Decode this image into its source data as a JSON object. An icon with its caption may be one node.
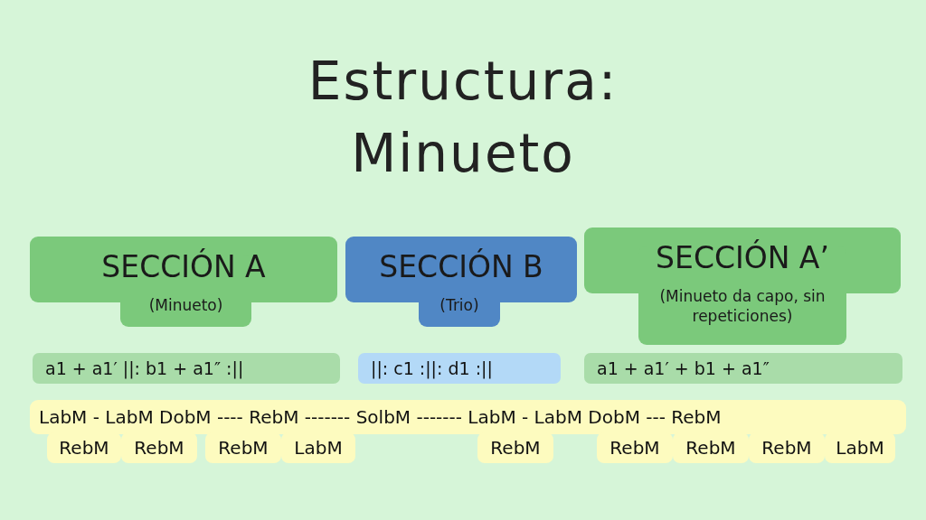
{
  "diagram": {
    "title": "Estructura: Minueto",
    "nodes": [
      {
        "text": [
          "SECCIÓN A",
          "(Minueto)"
        ]
      },
      {
        "text": [
          "SECCIÓN B",
          "(Trio)"
        ]
      },
      {
        "text": [
          "SECCIÓN A’",
          "(Minueto da capo, sin repeticiones)"
        ]
      },
      {
        "text": [
          "a1 + a1′ ||: b1 + a1″ :||"
        ]
      },
      {
        "text": [
          "||: c1 :||: d1 :||"
        ]
      },
      {
        "text": [
          "a1 + a1′ + b1 + a1″"
        ]
      },
      {
        "text": [
          "LabM - LabM DobM ---- RebM ------- SolbM ------- LabM - LabM DobM --- RebM"
        ]
      },
      {
        "text": [
          "RebM"
        ]
      },
      {
        "text": [
          "RebM"
        ]
      },
      {
        "text": [
          "RebM"
        ]
      },
      {
        "text": [
          "LabM"
        ]
      },
      {
        "text": [
          "RebM"
        ]
      },
      {
        "text": [
          "RebM"
        ]
      },
      {
        "text": [
          "RebM"
        ]
      },
      {
        "text": [
          "RebM"
        ]
      },
      {
        "text": [
          "LabM"
        ]
      }
    ],
    "edges": []
  }
}
